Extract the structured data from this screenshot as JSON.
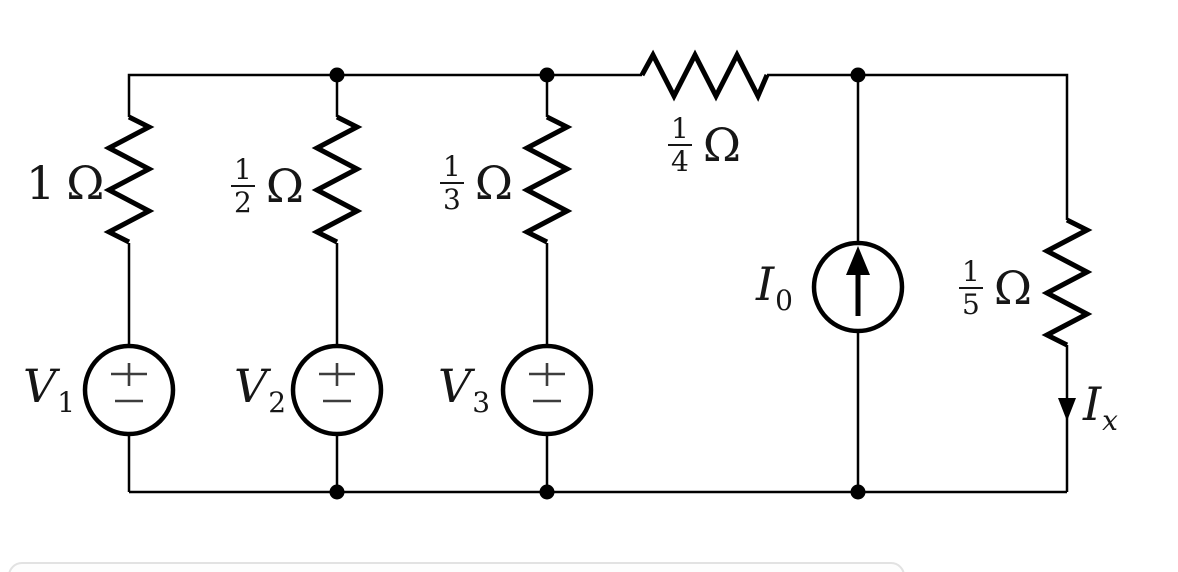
{
  "page": {
    "background": "#ffffff"
  },
  "circuit": {
    "ink_color": "#000000",
    "label_color": "#161616",
    "polarity_color": "#3d3d3d",
    "resistors": [
      {
        "id": "R1",
        "form": "whole",
        "value": "1",
        "unit": "Ω",
        "orientation": "vertical"
      },
      {
        "id": "R2",
        "form": "fraction",
        "num": "1",
        "den": "2",
        "unit": "Ω",
        "orientation": "vertical"
      },
      {
        "id": "R3",
        "form": "fraction",
        "num": "1",
        "den": "3",
        "unit": "Ω",
        "orientation": "vertical"
      },
      {
        "id": "R4",
        "form": "fraction",
        "num": "1",
        "den": "4",
        "unit": "Ω",
        "orientation": "horizontal"
      },
      {
        "id": "R5",
        "form": "fraction",
        "num": "1",
        "den": "5",
        "unit": "Ω",
        "orientation": "vertical"
      }
    ],
    "voltage_sources": [
      {
        "id": "V1",
        "base": "V",
        "sub": "1",
        "plus": "+",
        "minus": "−"
      },
      {
        "id": "V2",
        "base": "V",
        "sub": "2",
        "plus": "+",
        "minus": "−"
      },
      {
        "id": "V3",
        "base": "V",
        "sub": "3",
        "plus": "+",
        "minus": "−"
      }
    ],
    "current_source": {
      "id": "I0",
      "base": "I",
      "sub": "0",
      "arrow_direction": "up"
    },
    "branch_current": {
      "id": "Ix",
      "base": "I",
      "sub": "x",
      "arrow_direction": "down"
    }
  },
  "bottom_panel": {
    "border_color": "#e2e2e2"
  }
}
